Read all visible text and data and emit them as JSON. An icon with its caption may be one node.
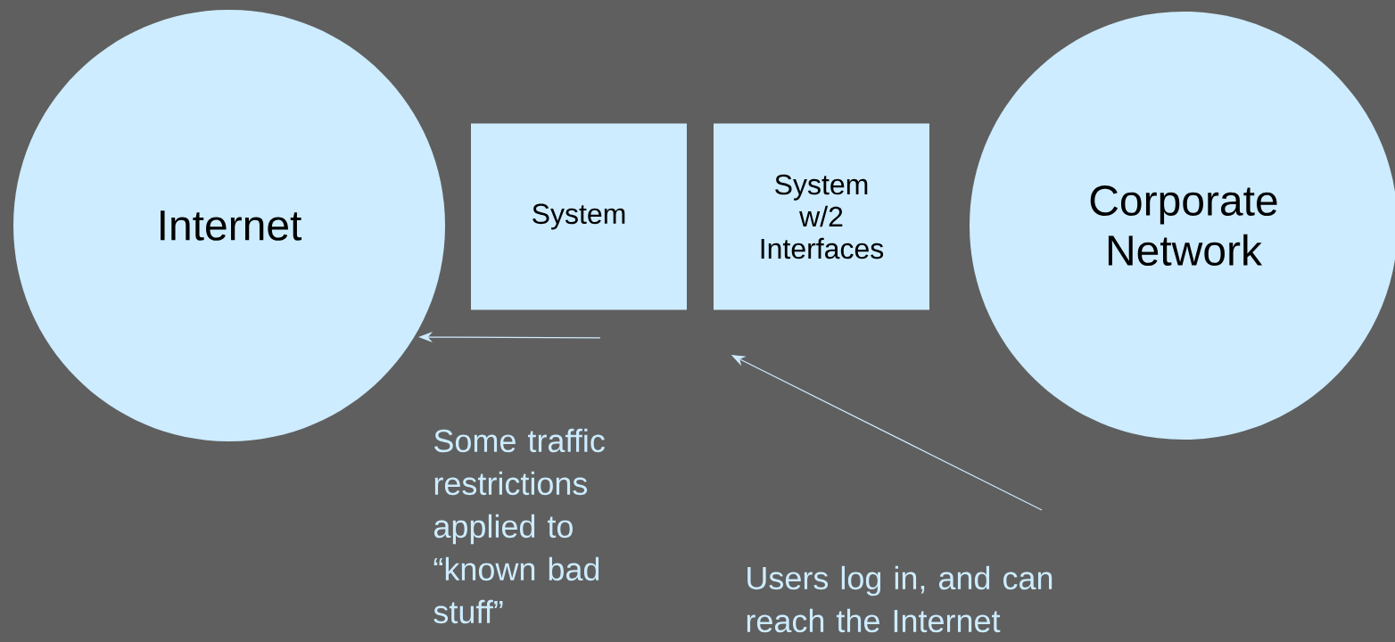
{
  "diagram": {
    "nodes": [
      {
        "text": [
          "Internet"
        ]
      },
      {
        "text": [
          "System"
        ]
      },
      {
        "text": [
          "System w/2 Interfaces"
        ]
      },
      {
        "text": [
          "Corporate Network"
        ]
      },
      {
        "text": [
          "Some traffic restrictions applied to “known bad stuff”"
        ]
      },
      {
        "text": [
          "Users log in, and can reach the Internet"
        ]
      }
    ],
    "edges": [
      {
        "from": 1,
        "to": 0,
        "arrow": "to"
      },
      {
        "from": 5,
        "to": 2,
        "arrow": "to"
      }
    ]
  }
}
